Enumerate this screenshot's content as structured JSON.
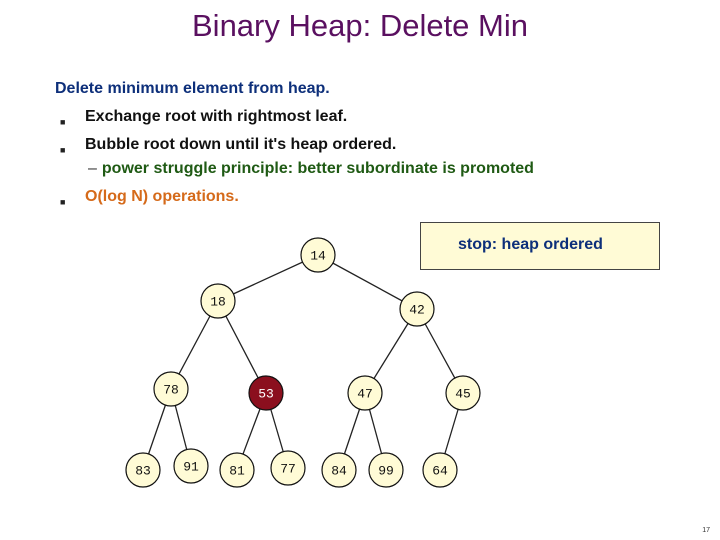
{
  "title": "Binary Heap:  Delete Min",
  "intro": "Delete minimum element from heap.",
  "bullets": [
    {
      "text": "Exchange root with rightmost leaf.",
      "color": "#111111"
    },
    {
      "text": "Bubble root down until it's heap ordered.",
      "color": "#111111"
    },
    {
      "text": "O(log N) operations.",
      "color": "#d56a1a"
    }
  ],
  "sub_bullet": {
    "dash": "–",
    "text": "power struggle principle:  better subordinate is promoted"
  },
  "note": "stop:  heap ordered",
  "page_number": "17",
  "colors": {
    "title": "#5a1060",
    "intro": "#0d2f7a",
    "node_fill": "#fffbd6",
    "highlight_fill": "#8b0f1e",
    "highlight_text": "#ffffff"
  },
  "tree": {
    "nodes": [
      {
        "id": "n14",
        "label": "14"
      },
      {
        "id": "n18",
        "label": "18"
      },
      {
        "id": "n42",
        "label": "42"
      },
      {
        "id": "n78",
        "label": "78"
      },
      {
        "id": "n53",
        "label": "53",
        "highlighted": true
      },
      {
        "id": "n47",
        "label": "47"
      },
      {
        "id": "n45",
        "label": "45"
      },
      {
        "id": "n83",
        "label": "83"
      },
      {
        "id": "n91",
        "label": "91"
      },
      {
        "id": "n81",
        "label": "81"
      },
      {
        "id": "n77",
        "label": "77"
      },
      {
        "id": "n84",
        "label": "84"
      },
      {
        "id": "n99",
        "label": "99"
      },
      {
        "id": "n64",
        "label": "64"
      }
    ],
    "edges": [
      [
        "n14",
        "n18"
      ],
      [
        "n14",
        "n42"
      ],
      [
        "n18",
        "n78"
      ],
      [
        "n18",
        "n53"
      ],
      [
        "n42",
        "n47"
      ],
      [
        "n42",
        "n45"
      ],
      [
        "n78",
        "n83"
      ],
      [
        "n78",
        "n91"
      ],
      [
        "n53",
        "n81"
      ],
      [
        "n53",
        "n77"
      ],
      [
        "n47",
        "n84"
      ],
      [
        "n47",
        "n99"
      ],
      [
        "n45",
        "n64"
      ]
    ]
  }
}
